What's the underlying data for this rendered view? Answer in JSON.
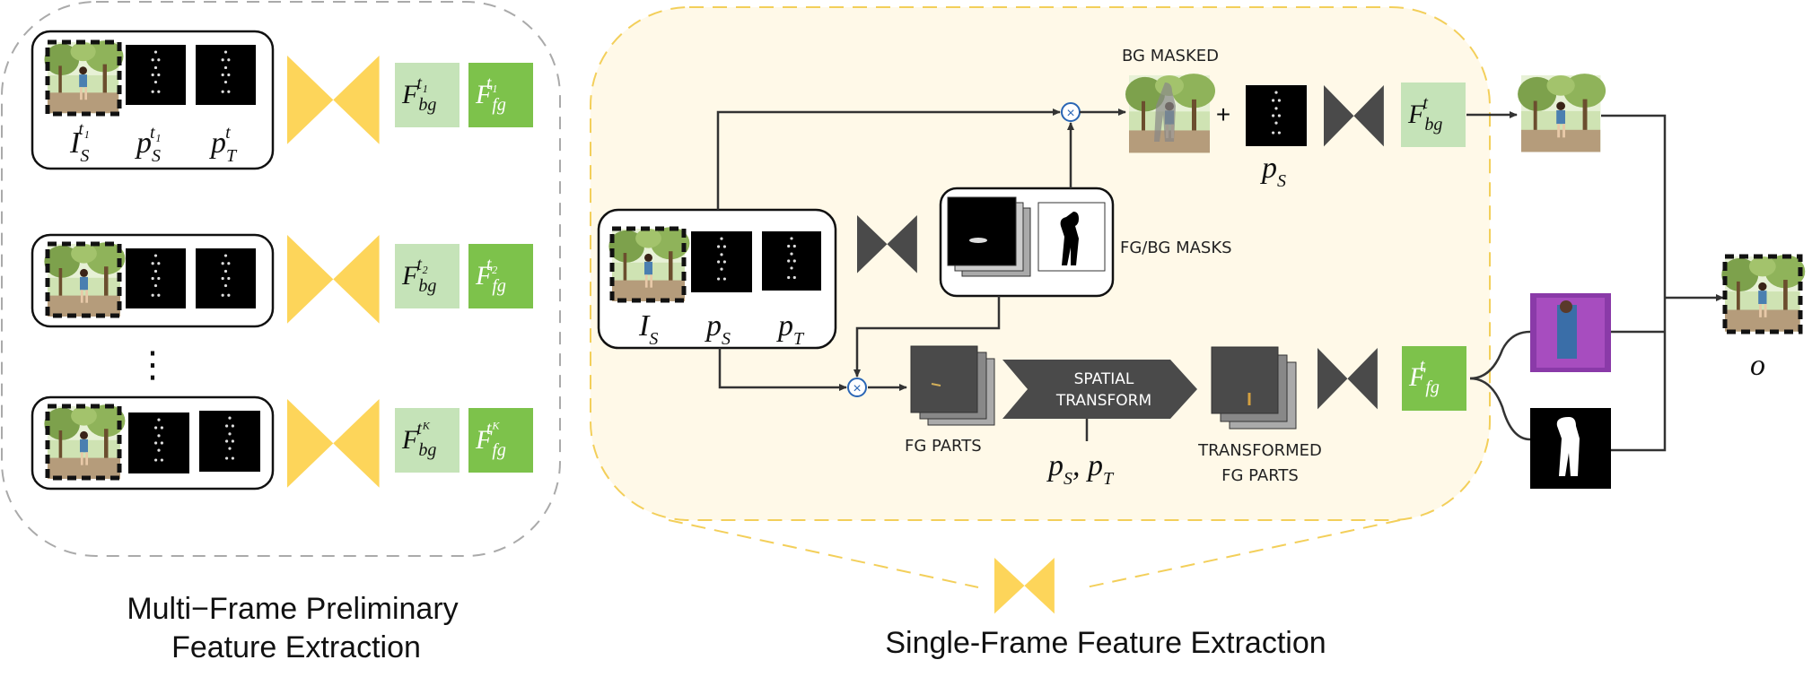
{
  "captions": {
    "left_line1": "Multi−Frame Preliminary",
    "left_line2": "Feature Extraction",
    "right": "Single-Frame Feature Extraction"
  },
  "labels": {
    "bg_masked": "BG MASKED",
    "fg_bg_masks": "FG/BG MASKS",
    "fg_parts": "FG PARTS",
    "spatial_line1": "SPATIAL",
    "spatial_line2": "TRANSFORM",
    "transformed_line1": "TRANSFORMED",
    "transformed_line2": "FG PARTS",
    "ellipsis": "⋮",
    "plus": "+",
    "times": "×"
  },
  "math": {
    "I": "I",
    "p": "p",
    "F": "F",
    "o": "o",
    "S": "S",
    "T": "T",
    "t": "t",
    "bg": "bg",
    "fg": "fg",
    "t1": "t₁",
    "t2": "t₂",
    "tK": "tᴷ",
    "comma": ", "
  },
  "colors": {
    "yellow": "#FDD55A",
    "light_green": "#C5E3B8",
    "green": "#7DC24B",
    "dark_gray": "#4a4a4a",
    "panel_fill": "#FFF9E8",
    "panel_border_yellow": "#F3CF5A",
    "panel_border_gray": "#AAAAAA",
    "photo_sky": "#DCEBC4",
    "photo_ground": "#B7A07E"
  }
}
